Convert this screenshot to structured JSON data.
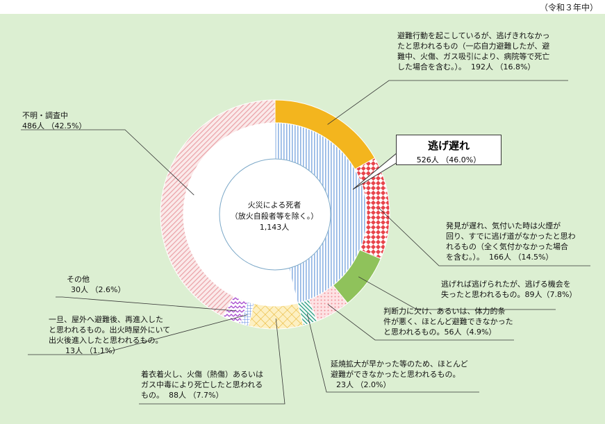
{
  "year_note": "（令和３年中）",
  "colors": {
    "background": "#dcefd2",
    "escape_delay": "#b9d3ef",
    "unknown": "#f6dada",
    "acted": "#f3b51e",
    "noticed_late": "#e8444b",
    "missed_chance": "#8fc25b",
    "poor_judgment": "#f8c4c8",
    "spread_fast": "#9fd7c8",
    "clothes_fire": "#f2cf5c",
    "re_entered": "#89aef0",
    "other": "#b366d6"
  },
  "center_label": {
    "line1": "火災による死者",
    "line2": "（放火自殺者等を除く。）",
    "line3": "1,143人"
  },
  "callout": {
    "title": "逃げ遅れ",
    "value": "526人 （46.0%）"
  },
  "chart_data": {
    "type": "pie",
    "style": "double-donut",
    "total": "1,143人",
    "outer": [
      {
        "label": "避難行動を起こしているが、逃げきれなかったと思われるもの（一応自力避難したが、避難中、火傷、ガス吸引により、病院等で死亡した場合を含む。）。",
        "value": 192,
        "percent": 16.8,
        "count_text": "192人 （16.8%）",
        "color_key": "acted"
      },
      {
        "label": "発見が遅れ、気付いた時は火煙が回り、すでに逃げ道がなかったと思われるもの（全く気付かなかった場合を含む。）。",
        "value": 166,
        "percent": 14.5,
        "count_text": "166人 （14.5%）",
        "color_key": "noticed_late"
      },
      {
        "label": "逃げれば逃げられたが、逃げる機会を失ったと思われるもの。",
        "value": 89,
        "percent": 7.8,
        "count_text": "89人（7.8%）",
        "color_key": "missed_chance"
      },
      {
        "label": "判断力に欠け、あるいは、体力的条件が悪く、ほとんど避難できなかったと思われるもの。",
        "value": 56,
        "percent": 4.9,
        "count_text": "56人（4.9%）",
        "color_key": "poor_judgment"
      },
      {
        "label": "延焼拡大が早かった等のため、ほとんど避難ができなかったと思われるもの。",
        "value": 23,
        "percent": 2.0,
        "count_text": "23人 （2.0%）",
        "color_key": "spread_fast"
      },
      {
        "label": "着衣着火し、火傷（熱傷）あるいはガス中毒により死亡したと思われるもの。",
        "value": 88,
        "percent": 7.7,
        "count_text": "88人 （7.7%）",
        "color_key": "clothes_fire"
      },
      {
        "label": "一旦、屋外へ避難後、再進入したと思われるもの。出火時屋外にいて出火後進入したと思われるもの。",
        "value": 13,
        "percent": 1.1,
        "count_text": "13人 （1.1%）",
        "color_key": "re_entered"
      },
      {
        "label": "その他",
        "value": 30,
        "percent": 2.6,
        "count_text": "30人 （2.6%）",
        "color_key": "other"
      },
      {
        "label": "不明・調査中",
        "value": 486,
        "percent": 42.5,
        "count_text": "486人 （42.5%）",
        "color_key": "unknown"
      }
    ],
    "inner": [
      {
        "label": "逃げ遅れ",
        "value": 526,
        "percent": 46.0,
        "color_key": "escape_delay"
      }
    ]
  },
  "labels": {
    "acted": {
      "lines": [
        "避難行動を起こしているが、逃げきれなかっ",
        "たと思われるもの（一応自力避難したが、避",
        "難中、火傷、ガス吸引により、病院等で死亡",
        "した場合を含む。）。"
      ],
      "value": "192人 （16.8%）"
    },
    "noticed_late": {
      "lines": [
        "発見が遅れ、気付いた時は火煙が",
        "回り、すでに逃げ道がなかったと思わ",
        "れるもの（全く気付かなかった場合"
      ],
      "last": "を含む。）。",
      "value": "166人 （14.5%）"
    },
    "missed_chance": {
      "lines": [
        "逃げれば逃げられたが、逃げる機会を"
      ],
      "last": "失ったと思われるもの。",
      "value": "89人（7.8%）"
    },
    "poor_judgment": {
      "lines": [
        "判断力に欠け、あるいは、体力的条",
        "件が悪く、ほとんど避難できなかった"
      ],
      "last": "と思われるもの。",
      "value": "56人（4.9%）"
    },
    "spread_fast": {
      "lines": [
        "延焼拡大が早かった等のため、ほとんど",
        "避難ができなかったと思われるもの。"
      ],
      "value": "23人 （2.0%）"
    },
    "clothes_fire": {
      "lines": [
        "着衣着火し、火傷（熱傷）あるいは",
        "ガス中毒により死亡したと思われる"
      ],
      "last": "もの。",
      "value": "88人 （7.7%）"
    },
    "re_entered": {
      "lines": [
        "一旦、屋外へ避難後、再進入した",
        "と思われるもの。出火時屋外にいて",
        "出火後進入したと思われるもの。"
      ],
      "value": "13人 （1.1%）"
    },
    "other": {
      "lines": [
        "その他"
      ],
      "value": "30人 （2.6%）"
    },
    "unknown": {
      "lines": [
        "不明・調査中"
      ],
      "value": "486人 （42.5%）"
    }
  }
}
